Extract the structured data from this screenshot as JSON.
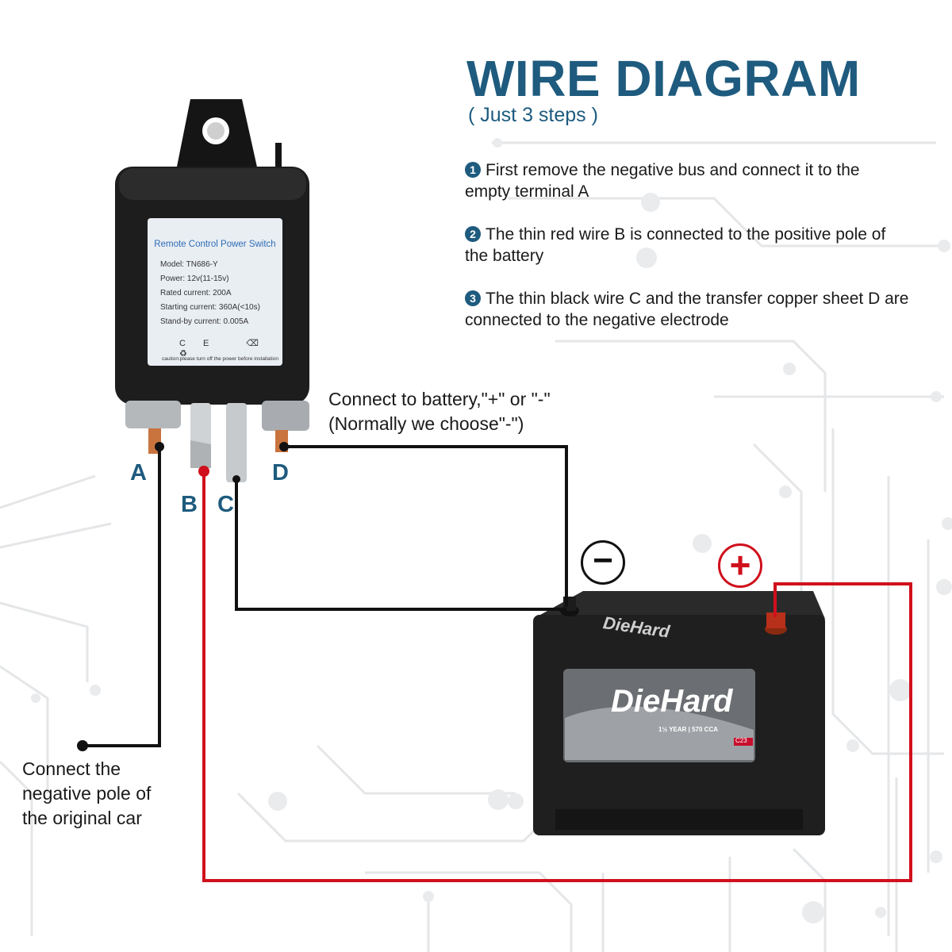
{
  "header": {
    "title": "WIRE DIAGRAM",
    "subtitle": "( Just 3 steps )"
  },
  "steps": [
    {
      "number": "1",
      "text": "First remove the negative bus and connect it to the empty terminal A"
    },
    {
      "number": "2",
      "text": "The thin red wire B is connected to the positive pole of the battery"
    },
    {
      "number": "3",
      "text": "The thin black wire C and the transfer copper sheet D are connected to the negative electrode"
    }
  ],
  "device": {
    "label_title": "Remote Control Power Switch",
    "label_lines": [
      "Model: TN686-Y",
      "Power: 12v(11-15v)",
      "Rated current: 200A",
      "Starting current: 360A(<10s)",
      "Stand-by current: 0.005A"
    ],
    "icons": [
      "CE",
      "⌫",
      "♻"
    ],
    "warning": "caution:please turn off the power before installation"
  },
  "terminals": {
    "A": "A",
    "B": "B",
    "C": "C",
    "D": "D"
  },
  "annotations": {
    "battery_note_line1": "Connect to battery,\"+\" or \"-\"",
    "battery_note_line2": "(Normally we choose\"-\")",
    "car_note_line1": "Connect the",
    "car_note_line2": "negative pole of",
    "car_note_line3": "the original car"
  },
  "battery": {
    "brand": "DieHard",
    "brand_top": "DieHard",
    "minus_symbol": "−",
    "plus_symbol": "+",
    "spec_line1": "1½ YEAR | 570 CCA",
    "spec_line2": "C23"
  },
  "colors": {
    "accent": "#1e5b7e",
    "wire_black": "#111111",
    "wire_red": "#d0101c",
    "circuit_bg": "#e4e6e8"
  },
  "icons": {
    "minus": "minus-circle-icon",
    "plus": "plus-circle-icon"
  }
}
